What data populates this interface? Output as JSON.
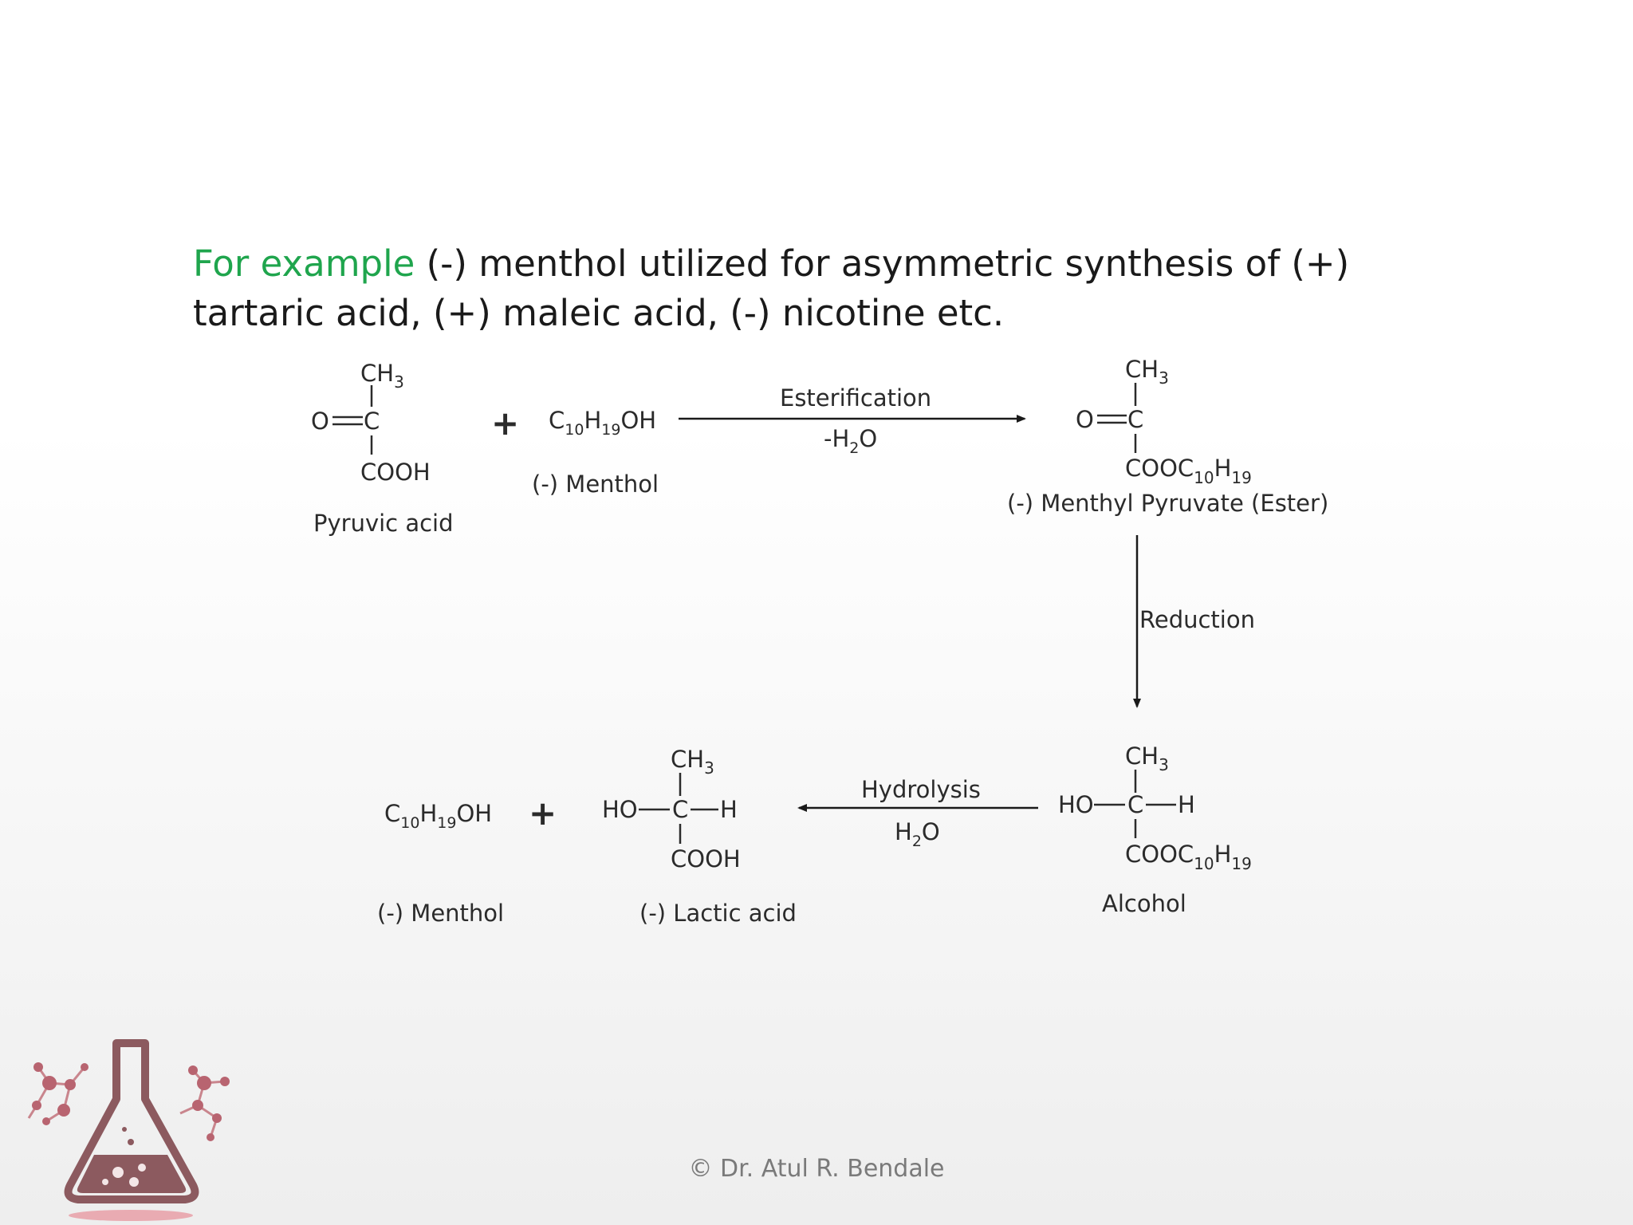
{
  "slide": {
    "intro_lead": "For example",
    "intro_rest": " (-) menthol utilized for asymmetric synthesis of (+) tartaric acid, (+) maleic acid, (-) nicotine etc.",
    "footer": "© Dr. Atul R. Bendale",
    "accent_color": "#1fa54d",
    "logo_icon": "chemistry-flask-icon"
  },
  "scheme": {
    "pyruvic": {
      "top": "CH",
      "top_sub": "3",
      "left": "O",
      "center": "C",
      "bottom": "COOH",
      "name": "Pyruvic acid"
    },
    "plus1": "+",
    "menthol1": {
      "a": "C",
      "a_sub": "10",
      "b": "H",
      "b_sub": "19",
      "c": "OH",
      "name": "(-) Menthol"
    },
    "esterification": {
      "label": "Esterification",
      "condition_a": "-H",
      "condition_sub": "2",
      "condition_b": "O"
    },
    "ester": {
      "top": "CH",
      "top_sub": "3",
      "left": "O",
      "center": "C",
      "bottom_a": "COOC",
      "bottom_sub1": "10",
      "bottom_b": "H",
      "bottom_sub2": "19",
      "name": "(-) Menthyl Pyruvate (Ester)"
    },
    "reduction": {
      "label": "Reduction"
    },
    "alcohol": {
      "top": "CH",
      "top_sub": "3",
      "left": "HO",
      "center": "C",
      "right": "H",
      "bottom_a": "COOC",
      "bottom_sub1": "10",
      "bottom_b": "H",
      "bottom_sub2": "19",
      "name": "Alcohol"
    },
    "hydrolysis": {
      "label": "Hydrolysis",
      "condition_a": "H",
      "condition_sub": "2",
      "condition_b": "O"
    },
    "lactic": {
      "top": "CH",
      "top_sub": "3",
      "left": "HO",
      "center": "C",
      "right": "H",
      "bottom": "COOH",
      "name": "(-) Lactic acid"
    },
    "plus2": "+",
    "menthol2": {
      "a": "C",
      "a_sub": "10",
      "b": "H",
      "b_sub": "19",
      "c": "OH",
      "name": "(-) Menthol"
    }
  }
}
